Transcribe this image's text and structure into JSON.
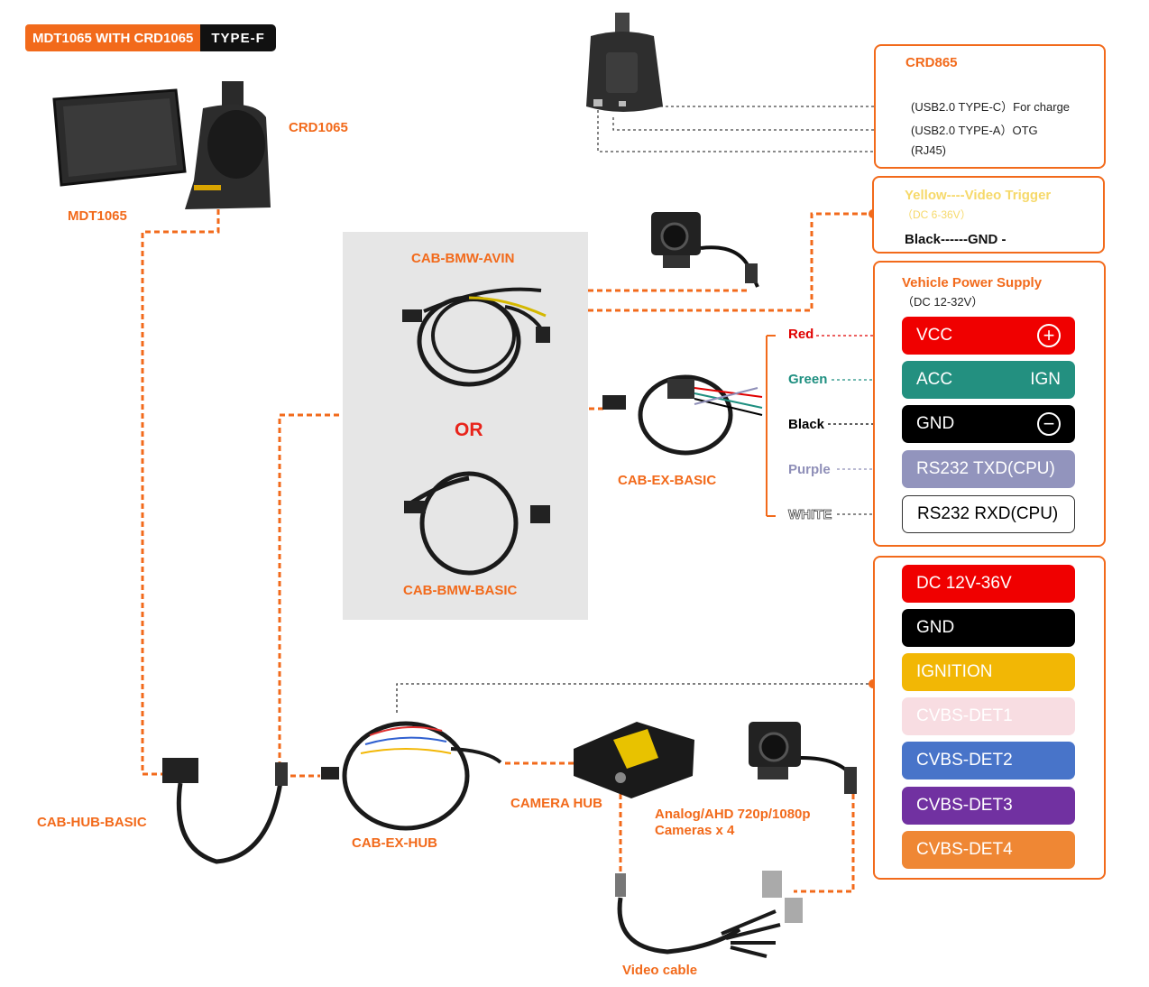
{
  "header": {
    "title": "MDT1065 WITH CRD1065",
    "type_badge": "TYPE-F"
  },
  "labels": {
    "mdt": "MDT1065",
    "crd": "CRD1065",
    "avin": "CAB-BMW-AVIN",
    "or": "OR",
    "bmw_basic": "CAB-BMW-BASIC",
    "ex_basic": "CAB-EX-BASIC",
    "hub_basic": "CAB-HUB-BASIC",
    "ex_hub": "CAB-EX-HUB",
    "camera_hub": "CAMERA HUB",
    "cameras_line1": "Analog/AHD 720p/1080p",
    "cameras_line2": "Cameras x 4",
    "video_cable": "Video cable"
  },
  "crd865": {
    "title": "CRD865",
    "ports": [
      "(USB2.0 TYPE-C）For charge",
      "(USB2.0 TYPE-A）OTG",
      "(RJ45)"
    ]
  },
  "trigger": {
    "title": "Yellow----Video Trigger",
    "sub": "（DC 6-36V）",
    "gnd": "Black------GND -"
  },
  "power": {
    "title": "Vehicle Power Supply",
    "sub": "（DC 12-32V）",
    "wires": [
      {
        "label": "Red",
        "color": "#e00000",
        "pill": "VCC",
        "right": "+",
        "bg": "#f00000"
      },
      {
        "label": "Green",
        "color": "#1e8f80",
        "pill": "ACC",
        "right": "IGN",
        "bg": "#239080"
      },
      {
        "label": "Black",
        "color": "#000000",
        "pill": "GND",
        "right": "−",
        "bg": "#000000"
      },
      {
        "label": "Purple",
        "color": "#8f8fb8",
        "pill": "RS232 TXD(CPU)",
        "right": "",
        "bg": "#9294bd"
      },
      {
        "label": "WHITE",
        "color": "#ffffff",
        "pill": "RS232 RXD(CPU)",
        "right": "",
        "bg": "#ffffff"
      }
    ]
  },
  "hub_signals": [
    {
      "label": "DC 12V-36V",
      "bg": "#f00000",
      "fg": "#ffffff"
    },
    {
      "label": "GND",
      "bg": "#000000",
      "fg": "#ffffff"
    },
    {
      "label": "IGNITION",
      "bg": "#f2b705",
      "fg": "#ffffff"
    },
    {
      "label": "CVBS-DET1",
      "bg": "#f8dde2",
      "fg": "#ffffff"
    },
    {
      "label": "CVBS-DET2",
      "bg": "#4874c9",
      "fg": "#ffffff"
    },
    {
      "label": "CVBS-DET3",
      "bg": "#7131a1",
      "fg": "#ffffff"
    },
    {
      "label": "CVBS-DET4",
      "bg": "#ef8734",
      "fg": "#ffffff"
    }
  ]
}
